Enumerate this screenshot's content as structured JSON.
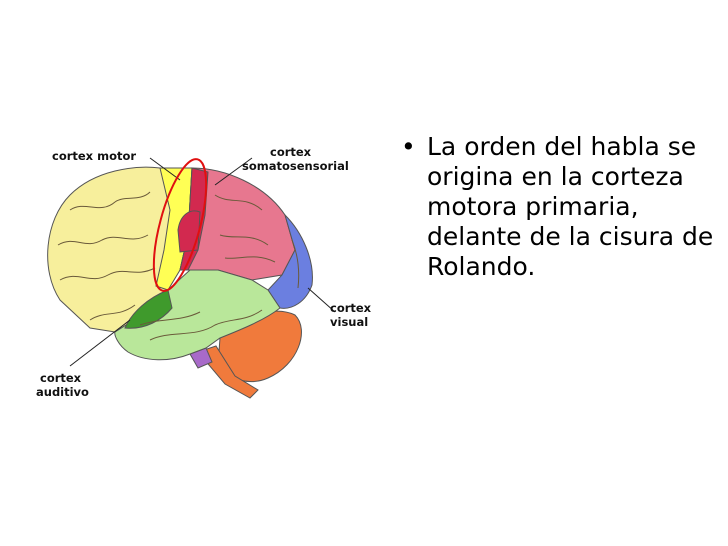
{
  "figure": {
    "labels": {
      "motor": "cortex motor",
      "somato_line1": "cortex",
      "somato_line2": "somatosensorial",
      "visual_line1": "cortex",
      "visual_line2": "visual",
      "auditory_line1": "cortex",
      "auditory_line2": "auditivo"
    },
    "colors": {
      "frontal": "#f7ef9c",
      "motor_strip": "#ffff55",
      "parietal": "#e7778f",
      "somatosensory": "#d2294f",
      "occipital": "#6b7fe0",
      "temporal": "#b9e79a",
      "auditory": "#3f9a2c",
      "cerebellum": "#f07a3c",
      "stem": "#a86ac9",
      "highlight": "#e01010"
    }
  },
  "text": {
    "bullet_marker": "•",
    "bullet": "La orden del habla se origina en la corteza motora primaria, delante de la cisura de Rolando."
  }
}
